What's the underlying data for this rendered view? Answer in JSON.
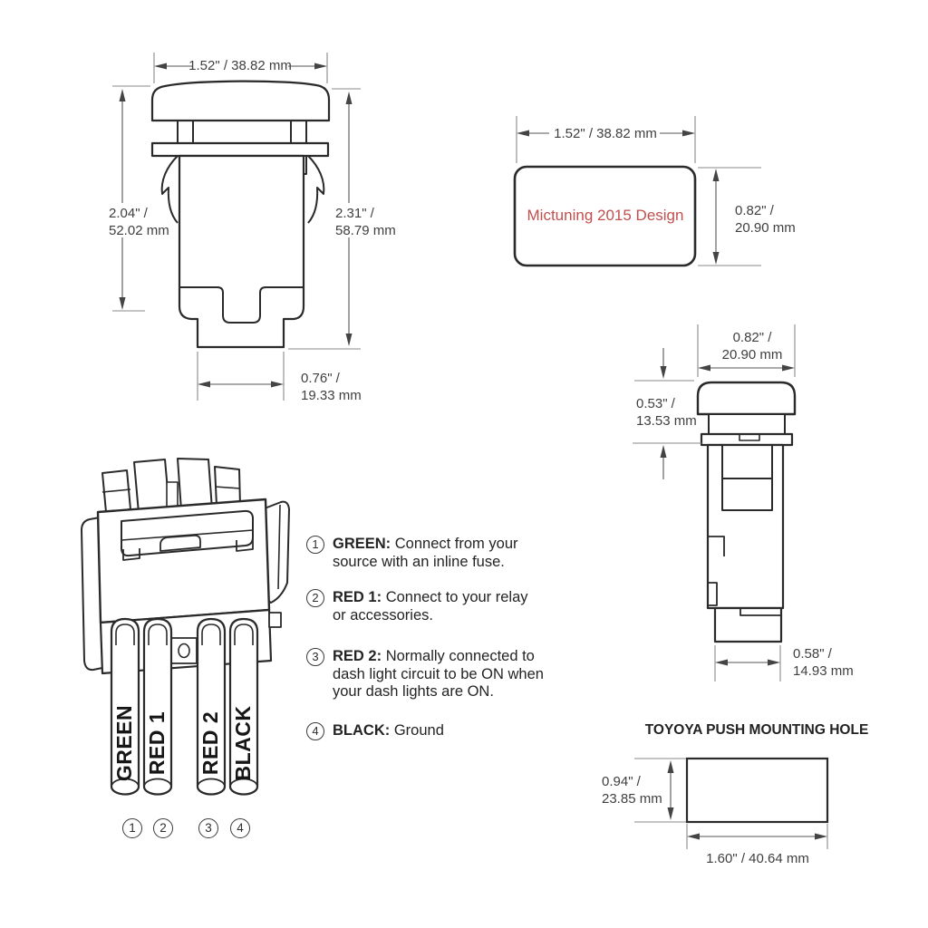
{
  "colors": {
    "line": "#2a2a2a",
    "dim_text": "#3f3f3f",
    "accent_red": "#c0504d",
    "background": "#ffffff"
  },
  "side_view_large": {
    "dim_width_top": "1.52\" / 38.82 mm",
    "dim_height_left": [
      "2.04\" /",
      "52.02 mm"
    ],
    "dim_height_right": [
      "2.31\" /",
      "58.79 mm"
    ],
    "dim_width_bottom": [
      "0.76\" /",
      "19.33 mm"
    ]
  },
  "front_view": {
    "dim_width_top": "1.52\" / 38.82 mm",
    "panel_label": "Mictuning 2015 Design",
    "dim_height_right": [
      "0.82\" /",
      "20.90 mm"
    ]
  },
  "side_view_small": {
    "dim_width_top": [
      "0.82\" /",
      "20.90 mm"
    ],
    "dim_height_left": [
      "0.53\" /",
      "13.53 mm"
    ],
    "dim_width_bottom": [
      "0.58\" /",
      "14.93 mm"
    ]
  },
  "connector": {
    "wires": [
      {
        "number": "1",
        "label": "GREEN"
      },
      {
        "number": "2",
        "label": "RED 1"
      },
      {
        "number": "3",
        "label": "RED 2"
      },
      {
        "number": "4",
        "label": "BLACK"
      }
    ]
  },
  "legend": {
    "items": [
      {
        "number": "1",
        "label": "GREEN:",
        "description": "Connect from your source with an inline fuse."
      },
      {
        "number": "2",
        "label": "RED 1:",
        "description": "Connect to your relay or accessories."
      },
      {
        "number": "3",
        "label": "RED 2:",
        "description": "Normally connected to dash light circuit to be ON when your dash lights are ON."
      },
      {
        "number": "4",
        "label": "BLACK:",
        "description": "Ground"
      }
    ]
  },
  "mounting_hole": {
    "title": "TOYOYA PUSH MOUNTING HOLE",
    "dim_height_left": [
      "0.94\" /",
      "23.85 mm"
    ],
    "dim_width_bottom": "1.60\" / 40.64 mm"
  }
}
